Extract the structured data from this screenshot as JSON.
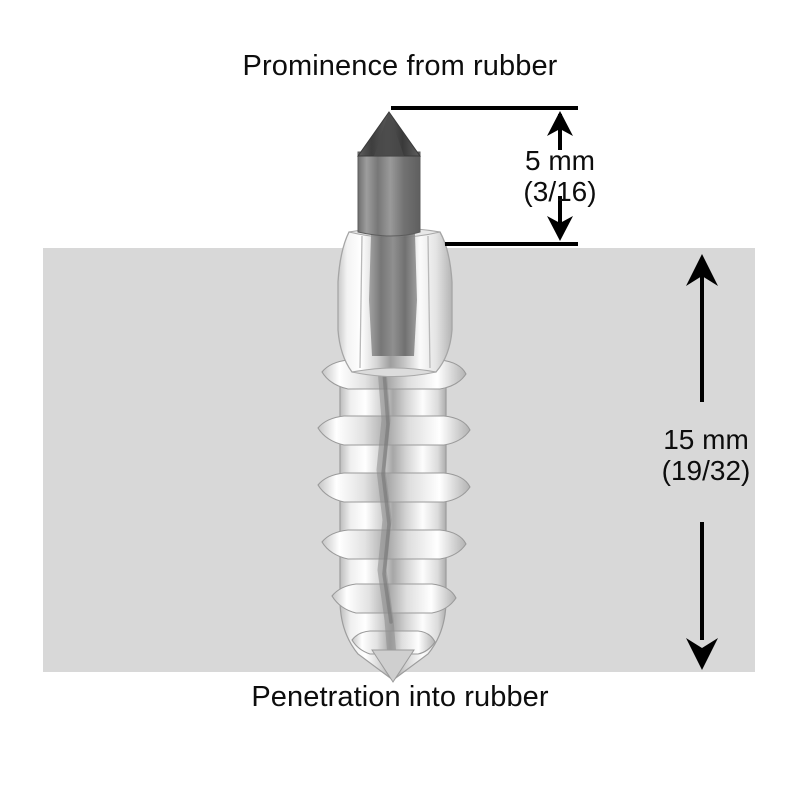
{
  "figure": {
    "title_top": "Prominence from rubber",
    "title_bottom": "Penetration into rubber",
    "background_color": "#ffffff",
    "rubber_color": "#d8d8d8"
  },
  "dimensions": {
    "prominence": {
      "name": "prominence-from-rubber",
      "value_metric": "5 mm",
      "value_imperial": "(3/16)"
    },
    "penetration": {
      "name": "penetration-into-rubber",
      "value_metric": "15 mm",
      "value_imperial": "(19/32)"
    }
  },
  "stud": {
    "carbide_tip_color": "#4e4e4e",
    "carbide_body_color": "#8d8d8d",
    "steel_color": "#e9e9e9",
    "outline_color": "#9a9a9a"
  },
  "annotations": {
    "line_color": "#000000"
  }
}
